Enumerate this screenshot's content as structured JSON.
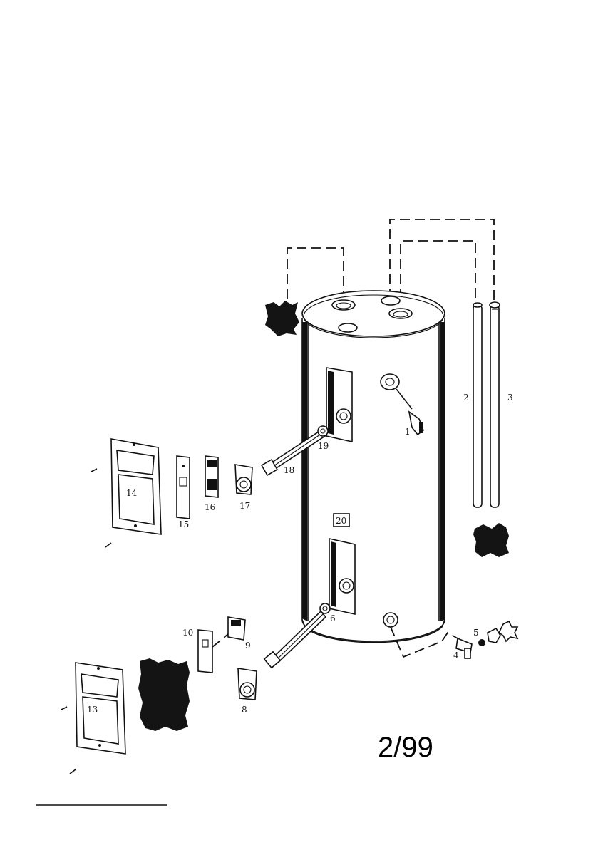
{
  "parts": {
    "p1": "1",
    "p2": "2",
    "p3": "3",
    "p4": "4",
    "p5": "5",
    "p6": "6",
    "p8": "8",
    "p9": "9",
    "p10": "10",
    "p13": "13",
    "p14": "14",
    "p15": "15",
    "p16": "16",
    "p17": "17",
    "p18": "18",
    "p19": "19",
    "p20": "20"
  },
  "revision": "2/99"
}
